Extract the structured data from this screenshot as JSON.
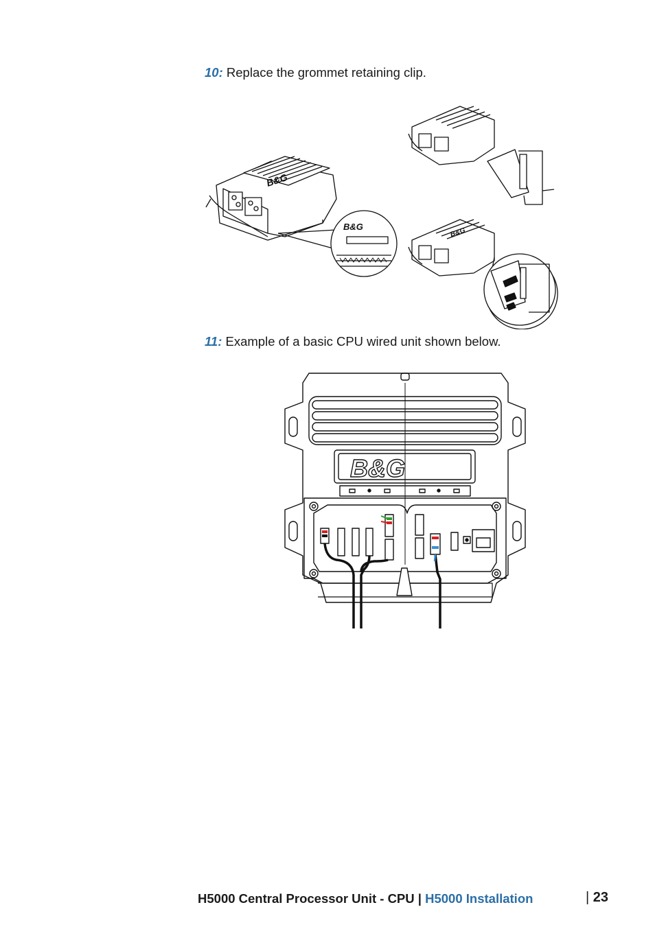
{
  "steps": [
    {
      "number": "10:",
      "text": "Replace the grommet retaining clip."
    },
    {
      "number": "11:",
      "text": "Example of a basic CPU wired unit shown below."
    }
  ],
  "figures": {
    "logo_text": "B&G",
    "accent": "#2b6ea6",
    "wire_red": "#d82020",
    "wire_green": "#2aa12a",
    "wire_blue": "#3a8fd8"
  },
  "footer": {
    "title": "H5000 Central Processor Unit - CPU",
    "separator": "|",
    "section": "H5000 Installation",
    "page_separator": "|",
    "page": "23"
  }
}
